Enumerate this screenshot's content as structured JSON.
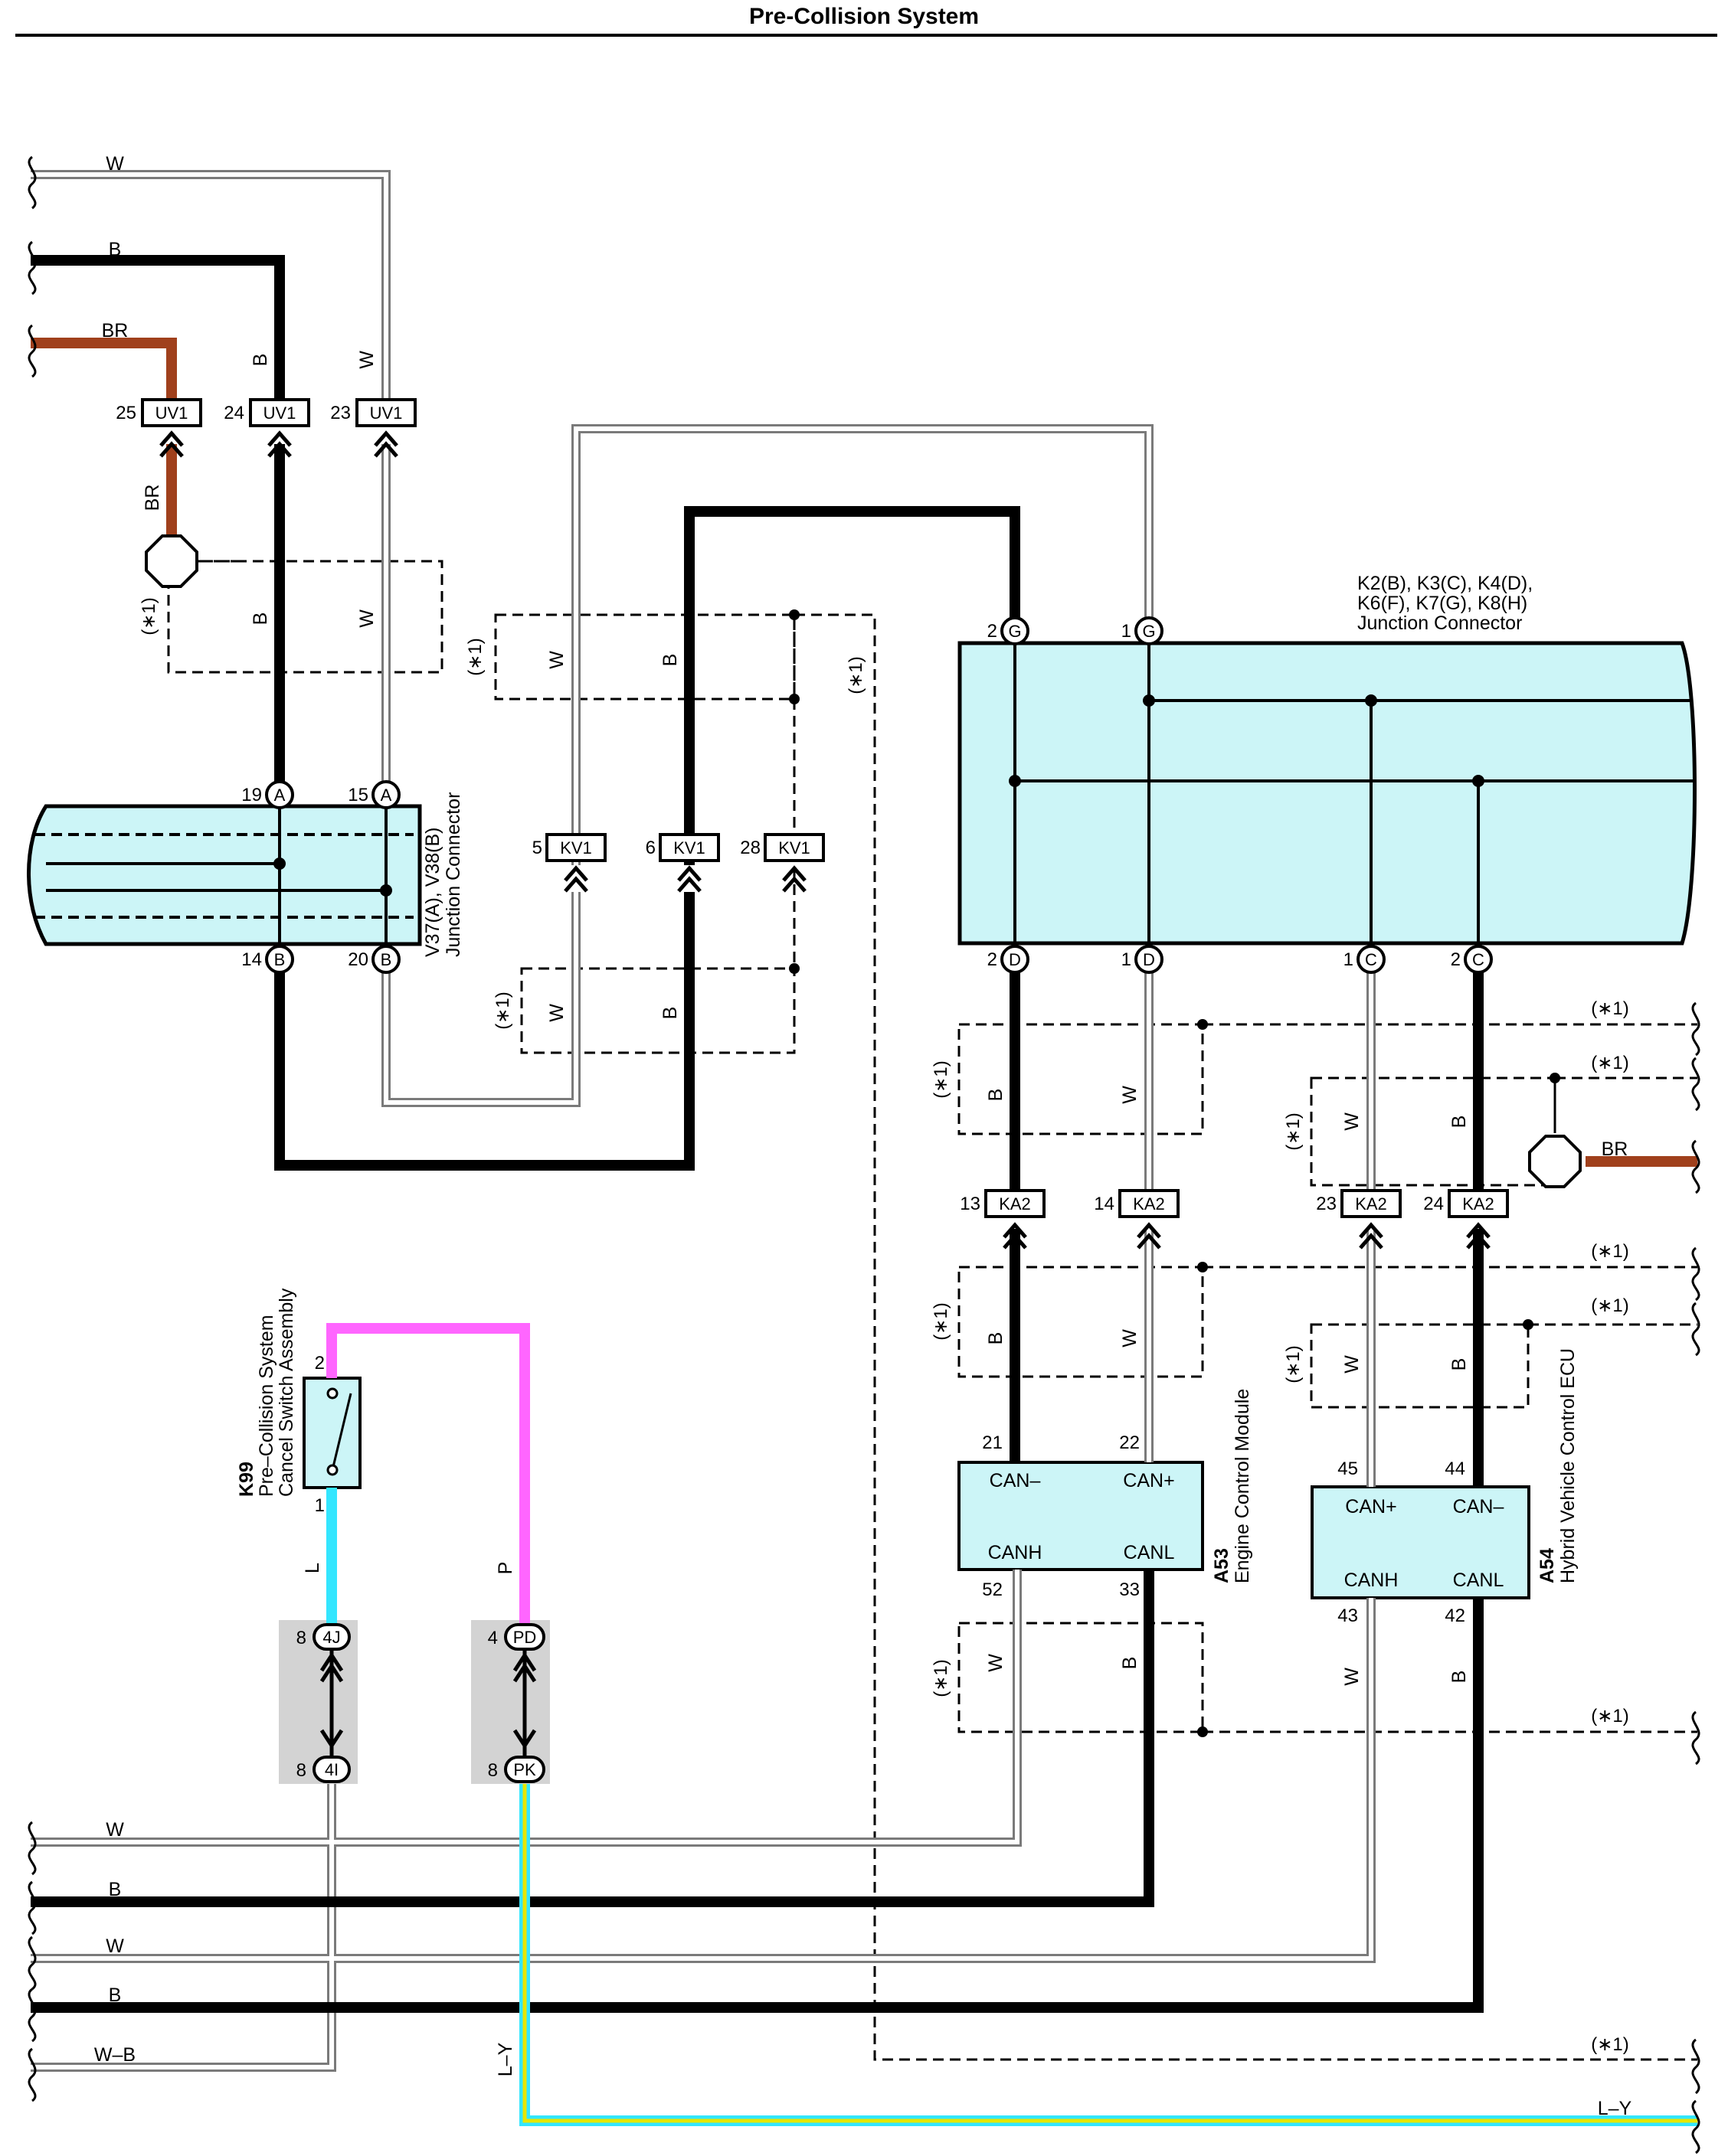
{
  "page": {
    "title": "Pre-Collision System"
  },
  "colors": {
    "black": "#000000",
    "white_wire_outline": "#7a7a7a",
    "brown": "#a0401c",
    "pink": "#ff66ff",
    "light_blue": "#33e6ff",
    "yellow": "#e6e600",
    "connector_fill": "#ccf5f7",
    "harness_fill": "#d3d3d3"
  },
  "wire_labels": {
    "w": "W",
    "b": "B",
    "br": "BR",
    "p": "P",
    "l": "L",
    "wb": "W–B",
    "ly": "L–Y"
  },
  "notes": {
    "star1": "(∗1)"
  },
  "connectors": {
    "uv1": "UV1",
    "kv1": "KV1",
    "ka2": "KA2",
    "a": "A",
    "b": "B",
    "g": "G",
    "d": "D",
    "c": "C",
    "j4": "4J",
    "i4": "4I",
    "pd": "PD",
    "pk": "PK"
  },
  "pins": {
    "p25": "25",
    "p24": "24",
    "p23": "23",
    "p19": "19",
    "p15": "15",
    "p14": "14",
    "p20": "20",
    "p5": "5",
    "p6": "6",
    "p28": "28",
    "p2": "2",
    "p1": "1",
    "p13": "13",
    "p22": "22",
    "p21": "21",
    "p33": "33",
    "p52": "52",
    "p45": "45",
    "p44": "44",
    "p43": "43",
    "p42": "42",
    "p8": "8",
    "p4": "4"
  },
  "components": {
    "k_junction": {
      "ids": "K2(B), K3(C), K4(D),",
      "ids2": "K6(F), K7(G), K8(H)",
      "name": "Junction Connector"
    },
    "v_junction": {
      "ids": "V37(A), V38(B)",
      "name": "Junction Connector"
    },
    "a53": {
      "id": "A53",
      "name": "Engine Control Module",
      "pins": [
        "CAN–",
        "CAN+",
        "CANH",
        "CANL"
      ]
    },
    "a54": {
      "id": "A54",
      "name": "Hybrid Vehicle Control ECU",
      "pins": [
        "CAN+",
        "CAN–",
        "CANH",
        "CANL"
      ]
    },
    "k99": {
      "id": "K99",
      "name1": "Pre–Collision System",
      "name2": "Cancel Switch Assembly"
    }
  }
}
